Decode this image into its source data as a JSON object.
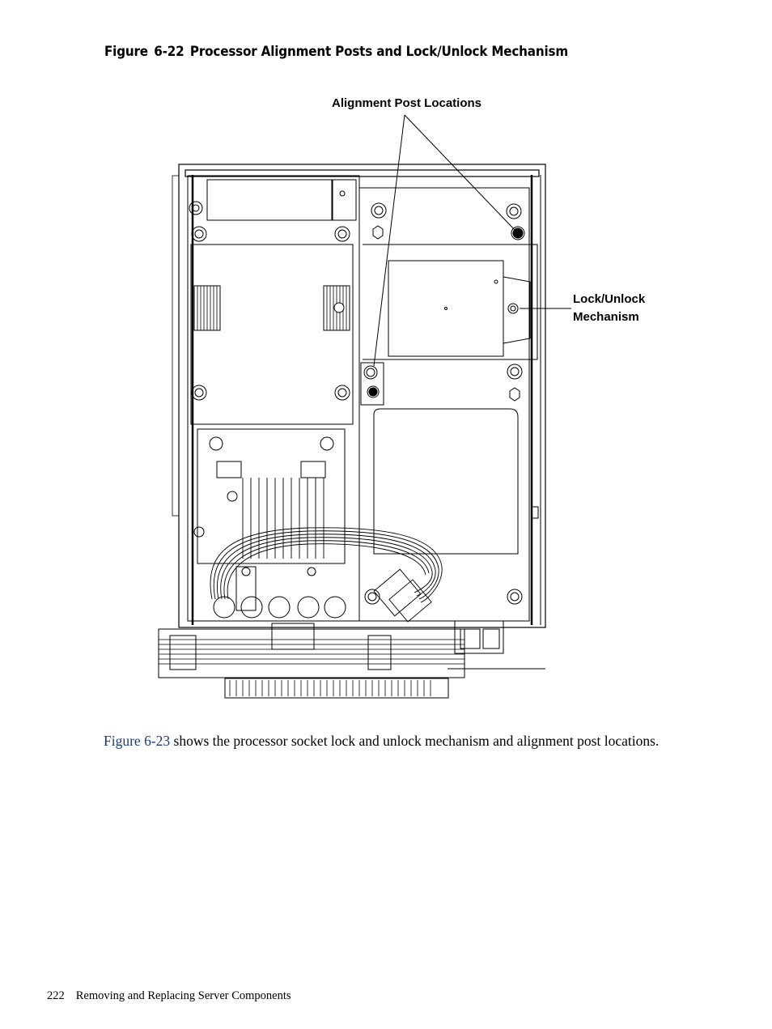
{
  "figure": {
    "label": "Figure",
    "number": "6-22",
    "title": "Processor Alignment Posts and Lock/Unlock Mechanism",
    "callouts": {
      "alignment_posts": "Alignment Post Locations",
      "lock_unlock_line1": "Lock/Unlock",
      "lock_unlock_line2": "Mechanism"
    }
  },
  "body": {
    "xref": "Figure 6-23",
    "text": " shows the processor socket lock and unlock mechanism and alignment post locations."
  },
  "footer": {
    "page_number": "222",
    "section": "Removing and Replacing Server Components"
  }
}
